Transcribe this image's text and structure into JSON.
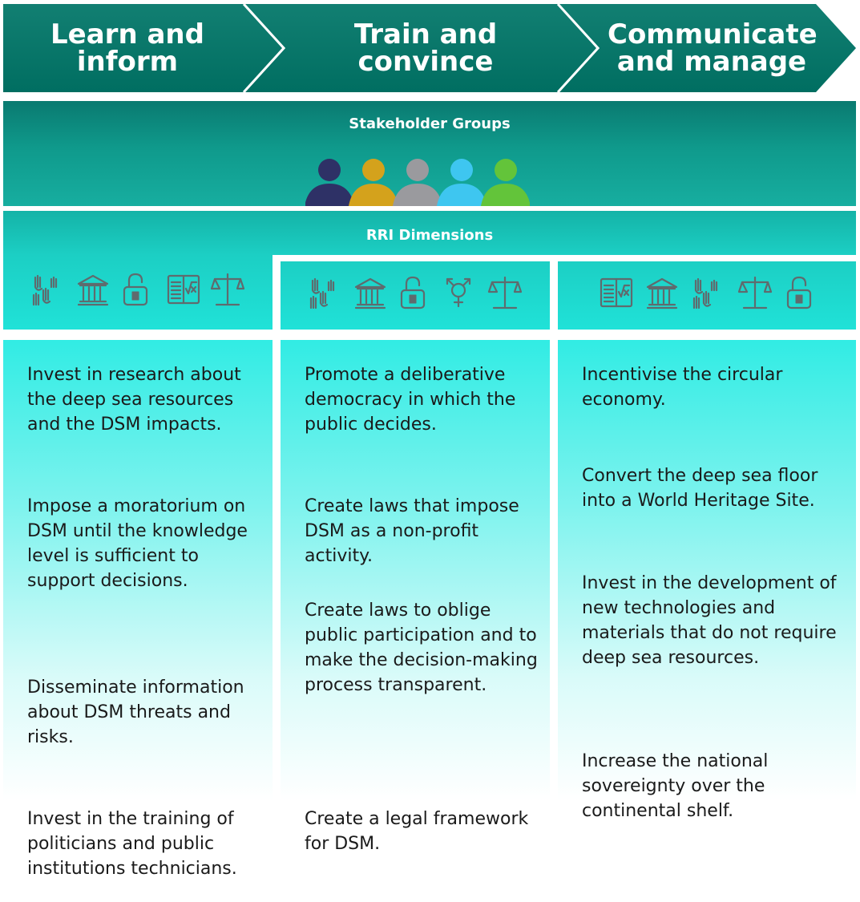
{
  "stages": [
    "Learn and inform",
    "Train and convince",
    "Communicate and manage"
  ],
  "stakeholders": {
    "title": "Stakeholder Groups",
    "colors": [
      "#2e3166",
      "#d4a21c",
      "#9a9a9e",
      "#3ec6f0",
      "#63c43a"
    ]
  },
  "rri": {
    "title": "RRI Dimensions",
    "icon_sets": [
      [
        "hands-icon",
        "institution-icon",
        "lock-icon",
        "book-formula-icon",
        "scales-icon"
      ],
      [
        "hands-icon",
        "institution-icon",
        "lock-icon",
        "gender-icon",
        "scales-icon"
      ],
      [
        "book-formula-icon",
        "institution-icon",
        "hands-icon",
        "scales-icon",
        "lock-icon"
      ]
    ]
  },
  "columns": [
    {
      "items": [
        "Invest in research about the deep sea resources and the DSM impacts.",
        "Impose a moratorium on DSM until the knowledge level is sufficient to support decisions.",
        "Disseminate information about DSM threats and risks.",
        "Invest in the training of politicians and public institutions technicians."
      ]
    },
    {
      "items": [
        "Promote a deliberative democracy in which the public decides.",
        "Create laws that impose DSM as a non-profit activity.",
        "Create laws to oblige public participation and to make the decision-making process transparent.",
        "Create a legal framework for DSM."
      ]
    },
    {
      "items": [
        "Incentivise the circular economy.",
        "Convert the deep sea floor into a World Heritage Site.",
        "Invest in the development of new technologies and materials that do not require deep sea resources.",
        "Increase the national sovereignty over the continental shelf."
      ]
    }
  ]
}
